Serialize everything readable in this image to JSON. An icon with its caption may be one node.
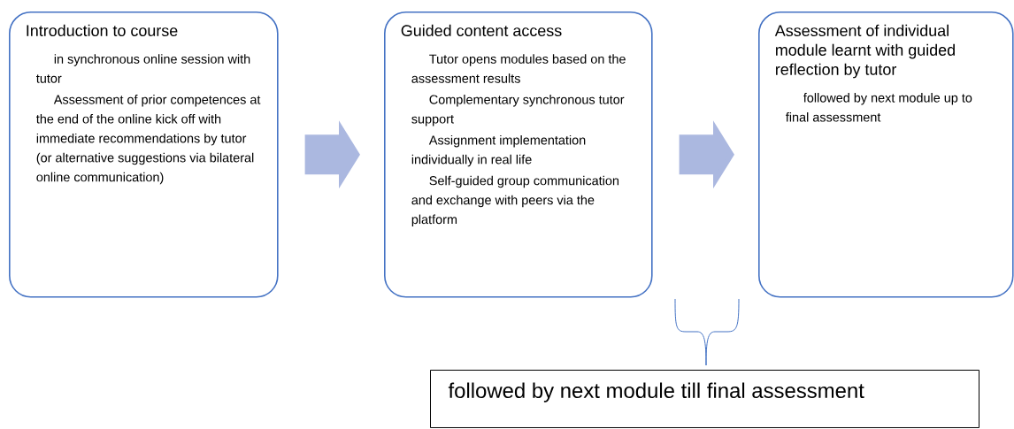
{
  "diagram": {
    "nodes": [
      {
        "text": [
          "Introduction to course",
          "in synchronous online session with tutor",
          "Assessment of prior competences at the end of the online kick off with immediate recommendations by tutor (or alternative suggestions via bilateral online communication)"
        ]
      },
      {
        "text": [
          "Guided content access",
          "Tutor opens modules based on the assessment results",
          "Complementary synchronous tutor support",
          "Assignment implementation individually in real life",
          "Self-guided group communication and exchange with peers via the platform"
        ]
      },
      {
        "text": [
          "Assessment of individual module learnt with guided reflection by tutor",
          "followed by next module up to final assessment"
        ]
      },
      {
        "text": [
          "followed by next module till final assessment"
        ]
      }
    ],
    "edges": [
      {
        "from": 0,
        "to": 1,
        "arrow": "to"
      },
      {
        "from": 1,
        "to": 2,
        "arrow": "to"
      }
    ]
  }
}
